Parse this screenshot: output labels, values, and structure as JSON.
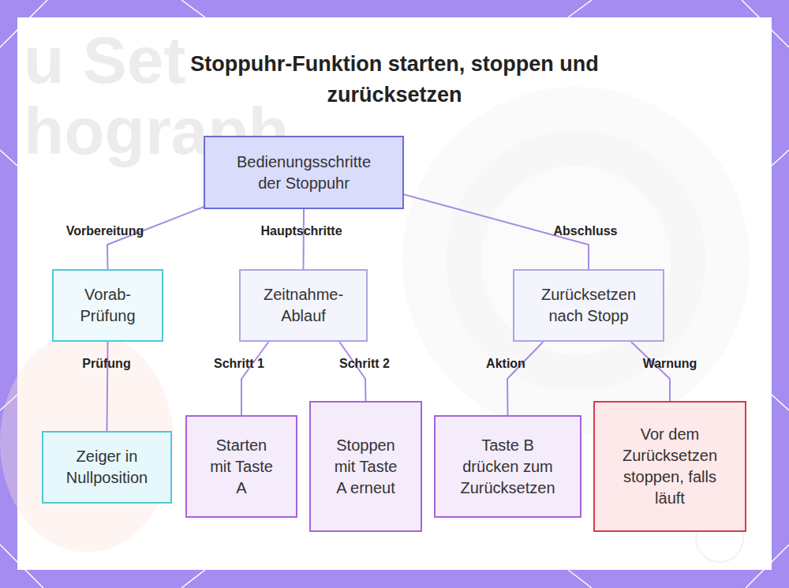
{
  "diagram": {
    "title": "Stoppuhr-Funktion starten, stoppen und zurücksetzen",
    "nodes": [
      {
        "text": [
          "Bedienungsschritte der Stoppuhr"
        ]
      },
      {
        "text": [
          "Vorab-Prüfung"
        ]
      },
      {
        "text": [
          "Zeitnahme-Ablauf"
        ]
      },
      {
        "text": [
          "Zurücksetzen nach Stopp"
        ]
      },
      {
        "text": [
          "Zeiger in Nullposition"
        ]
      },
      {
        "text": [
          "Starten mit Taste A"
        ]
      },
      {
        "text": [
          "Stoppen mit Taste A erneut"
        ]
      },
      {
        "text": [
          "Taste B drücken zum Zurücksetzen"
        ]
      },
      {
        "text": [
          "Vor dem Zurücksetzen stoppen, falls läuft"
        ]
      }
    ],
    "edges": [
      {
        "from": 0,
        "to": 1,
        "arrow": "none",
        "label": "Vorbereitung"
      },
      {
        "from": 0,
        "to": 2,
        "arrow": "none",
        "label": "Hauptschritte"
      },
      {
        "from": 0,
        "to": 3,
        "arrow": "none",
        "label": "Abschluss"
      },
      {
        "from": 1,
        "to": 4,
        "arrow": "none",
        "label": "Prüfung"
      },
      {
        "from": 2,
        "to": 5,
        "arrow": "none",
        "label": "Schritt 1"
      },
      {
        "from": 2,
        "to": 6,
        "arrow": "none",
        "label": "Schritt 2"
      },
      {
        "from": 3,
        "to": 7,
        "arrow": "none",
        "label": "Aktion"
      },
      {
        "from": 3,
        "to": 8,
        "arrow": "none",
        "label": "Warnung"
      }
    ],
    "labels": [
      "u Set",
      "hograph"
    ]
  }
}
